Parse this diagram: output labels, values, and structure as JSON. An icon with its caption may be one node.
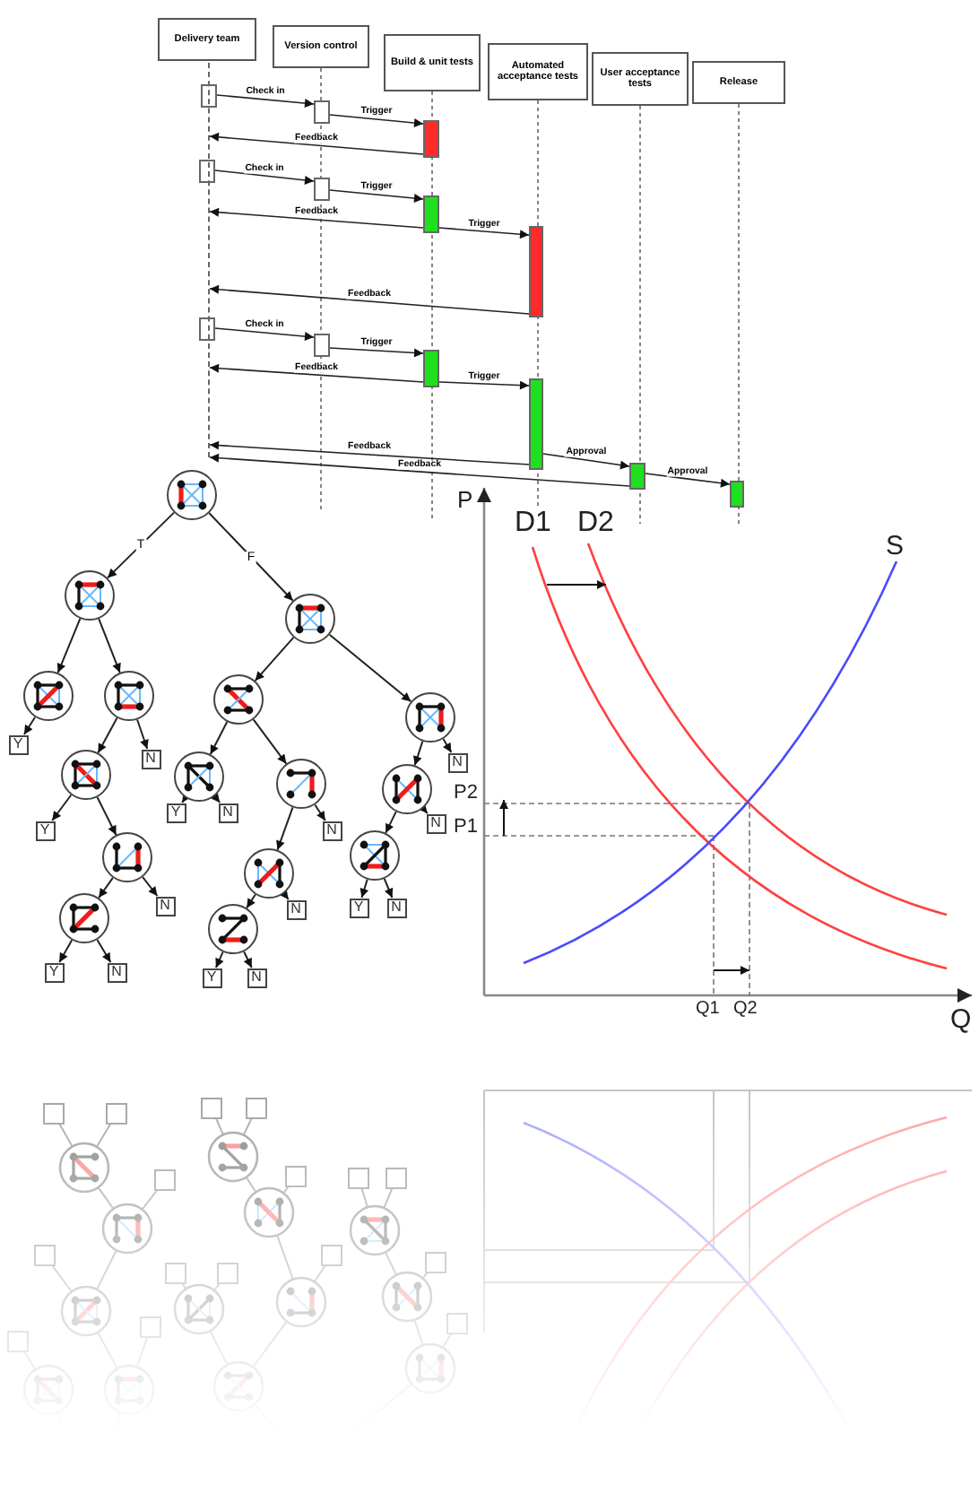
{
  "diagram": {
    "nodes": [
      {
        "text": [
          "Delivery team"
        ]
      },
      {
        "text": [
          "Version control"
        ]
      },
      {
        "text": [
          "Build & unit tests"
        ]
      },
      {
        "text": [
          "Automated acceptance tests"
        ]
      },
      {
        "text": [
          "User acceptance tests"
        ]
      },
      {
        "text": [
          "Release"
        ]
      },
      {
        "text": [],
        "shape": "box"
      },
      {
        "text": [],
        "shape": "box"
      },
      {
        "text": [],
        "shape": "bar"
      },
      {
        "text": [],
        "shape": "box"
      },
      {
        "text": [],
        "shape": "box"
      },
      {
        "text": [],
        "shape": "bar"
      },
      {
        "text": [],
        "shape": "bar"
      },
      {
        "text": [],
        "shape": "box"
      },
      {
        "text": [],
        "shape": "box"
      },
      {
        "text": [],
        "shape": "bar"
      },
      {
        "text": [],
        "shape": "bar"
      },
      {
        "text": [],
        "shape": "bar"
      },
      {
        "text": [],
        "shape": "bar"
      },
      {
        "text": [],
        "shape": "circle"
      },
      {
        "text": [],
        "shape": "circle"
      },
      {
        "text": [],
        "shape": "circle"
      },
      {
        "text": [
          "Y"
        ]
      },
      {
        "text": [],
        "shape": "circle"
      },
      {
        "text": [],
        "shape": "circle"
      },
      {
        "text": [
          "N"
        ]
      },
      {
        "text": [
          "Y"
        ]
      },
      {
        "text": [],
        "shape": "circle"
      },
      {
        "text": [],
        "shape": "circle"
      },
      {
        "text": [
          "N"
        ]
      },
      {
        "text": [
          "Y"
        ]
      },
      {
        "text": [
          "N"
        ]
      },
      {
        "text": [],
        "shape": "circle"
      },
      {
        "text": [],
        "shape": "circle"
      },
      {
        "text": [],
        "shape": "circle"
      },
      {
        "text": [
          "Y"
        ]
      },
      {
        "text": [
          "N"
        ]
      },
      {
        "text": [],
        "shape": "circle"
      },
      {
        "text": [],
        "shape": "circle"
      },
      {
        "text": [
          "N"
        ]
      },
      {
        "text": [],
        "shape": "circle"
      },
      {
        "text": [
          "N"
        ]
      },
      {
        "text": [
          "Y"
        ]
      },
      {
        "text": [
          "N"
        ]
      },
      {
        "text": [],
        "shape": "circle"
      },
      {
        "text": [],
        "shape": "circle"
      },
      {
        "text": [
          "N"
        ]
      },
      {
        "text": [],
        "shape": "circle"
      },
      {
        "text": [
          "N"
        ]
      },
      {
        "text": [
          "Y"
        ]
      },
      {
        "text": [
          "N"
        ]
      },
      {
        "text": [],
        "shape": "line"
      }
    ],
    "edges": [
      {
        "from": 6,
        "to": 7,
        "arrow": "to",
        "label": "Check in"
      },
      {
        "from": 7,
        "to": 8,
        "arrow": "to",
        "label": "Trigger"
      },
      {
        "from": 8,
        "to": 51,
        "arrow": "to",
        "label": "Feedback"
      },
      {
        "from": 9,
        "to": 10,
        "arrow": "to",
        "label": "Check in"
      },
      {
        "from": 10,
        "to": 11,
        "arrow": "to",
        "label": "Trigger"
      },
      {
        "from": 11,
        "to": 51,
        "arrow": "to",
        "label": "Feedback"
      },
      {
        "from": 11,
        "to": 12,
        "arrow": "to",
        "label": "Trigger"
      },
      {
        "from": 12,
        "to": 51,
        "arrow": "to",
        "label": "Feedback"
      },
      {
        "from": 13,
        "to": 14,
        "arrow": "to",
        "label": "Check in"
      },
      {
        "from": 14,
        "to": 15,
        "arrow": "to",
        "label": "Trigger"
      },
      {
        "from": 15,
        "to": 51,
        "arrow": "to",
        "label": "Feedback"
      },
      {
        "from": 15,
        "to": 16,
        "arrow": "to",
        "label": "Trigger"
      },
      {
        "from": 16,
        "to": 51,
        "arrow": "to",
        "label": "Feedback"
      },
      {
        "from": 16,
        "to": 17,
        "arrow": "to",
        "label": "Approval"
      },
      {
        "from": 17,
        "to": 51,
        "arrow": "to",
        "label": "Feedback"
      },
      {
        "from": 17,
        "to": 18,
        "arrow": "to",
        "label": "Approval"
      },
      {
        "from": 19,
        "to": 20,
        "arrow": "to",
        "label": "T"
      },
      {
        "from": 19,
        "to": 32,
        "arrow": "to",
        "label": "F"
      },
      {
        "from": 20,
        "to": 21,
        "arrow": "to"
      },
      {
        "from": 20,
        "to": 23,
        "arrow": "to"
      },
      {
        "from": 21,
        "to": 22,
        "arrow": "to"
      },
      {
        "from": 23,
        "to": 24,
        "arrow": "to"
      },
      {
        "from": 23,
        "to": 25,
        "arrow": "to"
      },
      {
        "from": 24,
        "to": 26,
        "arrow": "to"
      },
      {
        "from": 24,
        "to": 27,
        "arrow": "to"
      },
      {
        "from": 27,
        "to": 28,
        "arrow": "to"
      },
      {
        "from": 27,
        "to": 29,
        "arrow": "to"
      },
      {
        "from": 28,
        "to": 30,
        "arrow": "to"
      },
      {
        "from": 28,
        "to": 31,
        "arrow": "to"
      },
      {
        "from": 32,
        "to": 33,
        "arrow": "to"
      },
      {
        "from": 32,
        "to": 44,
        "arrow": "to"
      },
      {
        "from": 33,
        "to": 34,
        "arrow": "to"
      },
      {
        "from": 33,
        "to": 37,
        "arrow": "to"
      },
      {
        "from": 34,
        "to": 35,
        "arrow": "to"
      },
      {
        "from": 34,
        "to": 36,
        "arrow": "to"
      },
      {
        "from": 37,
        "to": 38,
        "arrow": "to"
      },
      {
        "from": 37,
        "to": 39,
        "arrow": "to"
      },
      {
        "from": 38,
        "to": 40,
        "arrow": "to"
      },
      {
        "from": 38,
        "to": 41,
        "arrow": "to"
      },
      {
        "from": 40,
        "to": 42,
        "arrow": "to"
      },
      {
        "from": 40,
        "to": 43,
        "arrow": "to"
      },
      {
        "from": 44,
        "to": 46,
        "arrow": "to"
      },
      {
        "from": 44,
        "to": 45,
        "arrow": "to"
      },
      {
        "from": 45,
        "to": 47,
        "arrow": "to"
      },
      {
        "from": 45,
        "to": 48,
        "arrow": "to"
      },
      {
        "from": 47,
        "to": 49,
        "arrow": "to"
      },
      {
        "from": 47,
        "to": 50,
        "arrow": "to"
      }
    ],
    "labels": [
      "P",
      "D1",
      "D2",
      "S",
      "P2",
      "P1",
      "Q1",
      "Q2",
      "Q"
    ]
  }
}
